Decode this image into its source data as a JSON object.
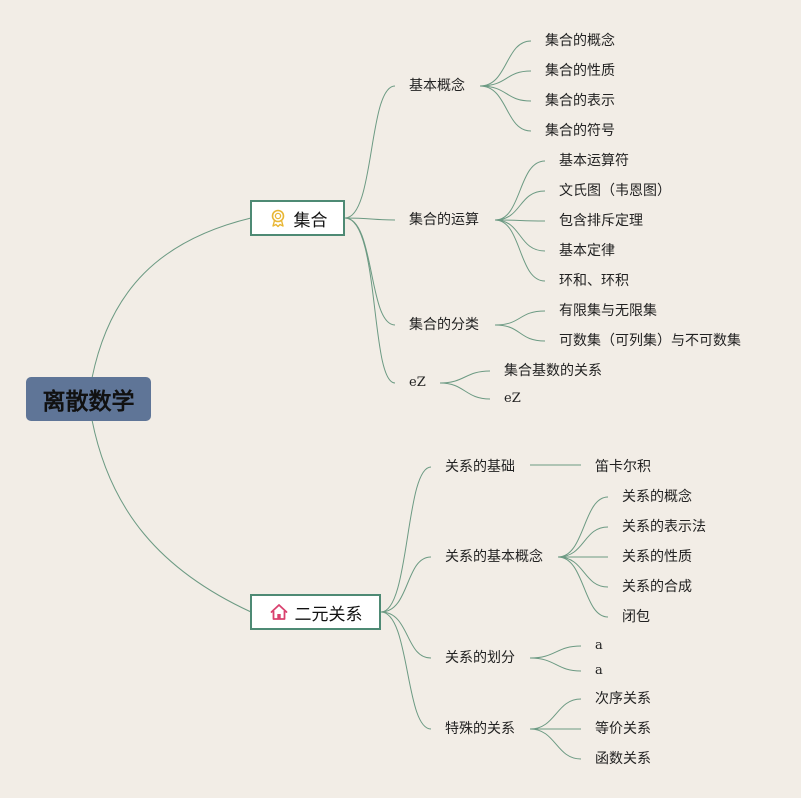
{
  "root": {
    "label": "离散数学"
  },
  "branches": [
    {
      "label": "集合",
      "icon": "award-icon",
      "icon_color": "#e8b634"
    },
    {
      "label": "二元关系",
      "icon": "home-icon",
      "icon_color": "#d9426f"
    }
  ],
  "nodes": {
    "basic_concept": "基本概念",
    "set_concept": "集合的概念",
    "set_property": "集合的性质",
    "set_representation": "集合的表示",
    "set_symbol": "集合的符号",
    "set_operations": "集合的运算",
    "basic_operators": "基本运算符",
    "venn": "文氏图（韦恩图）",
    "inclusion_exclusion": "包含排斥定理",
    "basic_laws": "基本定律",
    "ring_sum_product": "环和、环积",
    "set_classification": "集合的分类",
    "finite_infinite": "有限集与无限集",
    "countable": "可数集（可列集）与不可数集",
    "ez": "eZ",
    "cardinality_relation": "集合基数的关系",
    "ez_leaf": "eZ",
    "relation_basics": "关系的基础",
    "cartesian": "笛卡尔积",
    "relation_basic_concept": "关系的基本概念",
    "relation_concept": "关系的概念",
    "relation_representation": "关系的表示法",
    "relation_property": "关系的性质",
    "relation_composition": "关系的合成",
    "closure": "闭包",
    "relation_partition": "关系的划分",
    "a1": "a",
    "a2": "a",
    "special_relations": "特殊的关系",
    "order_relation": "次序关系",
    "equivalence_relation": "等价关系",
    "function_relation": "函数关系"
  },
  "colors": {
    "background": "#f2ede6",
    "root_fill": "#5f7597",
    "branch_border": "#4e8a74",
    "link": "#6c9a83"
  }
}
